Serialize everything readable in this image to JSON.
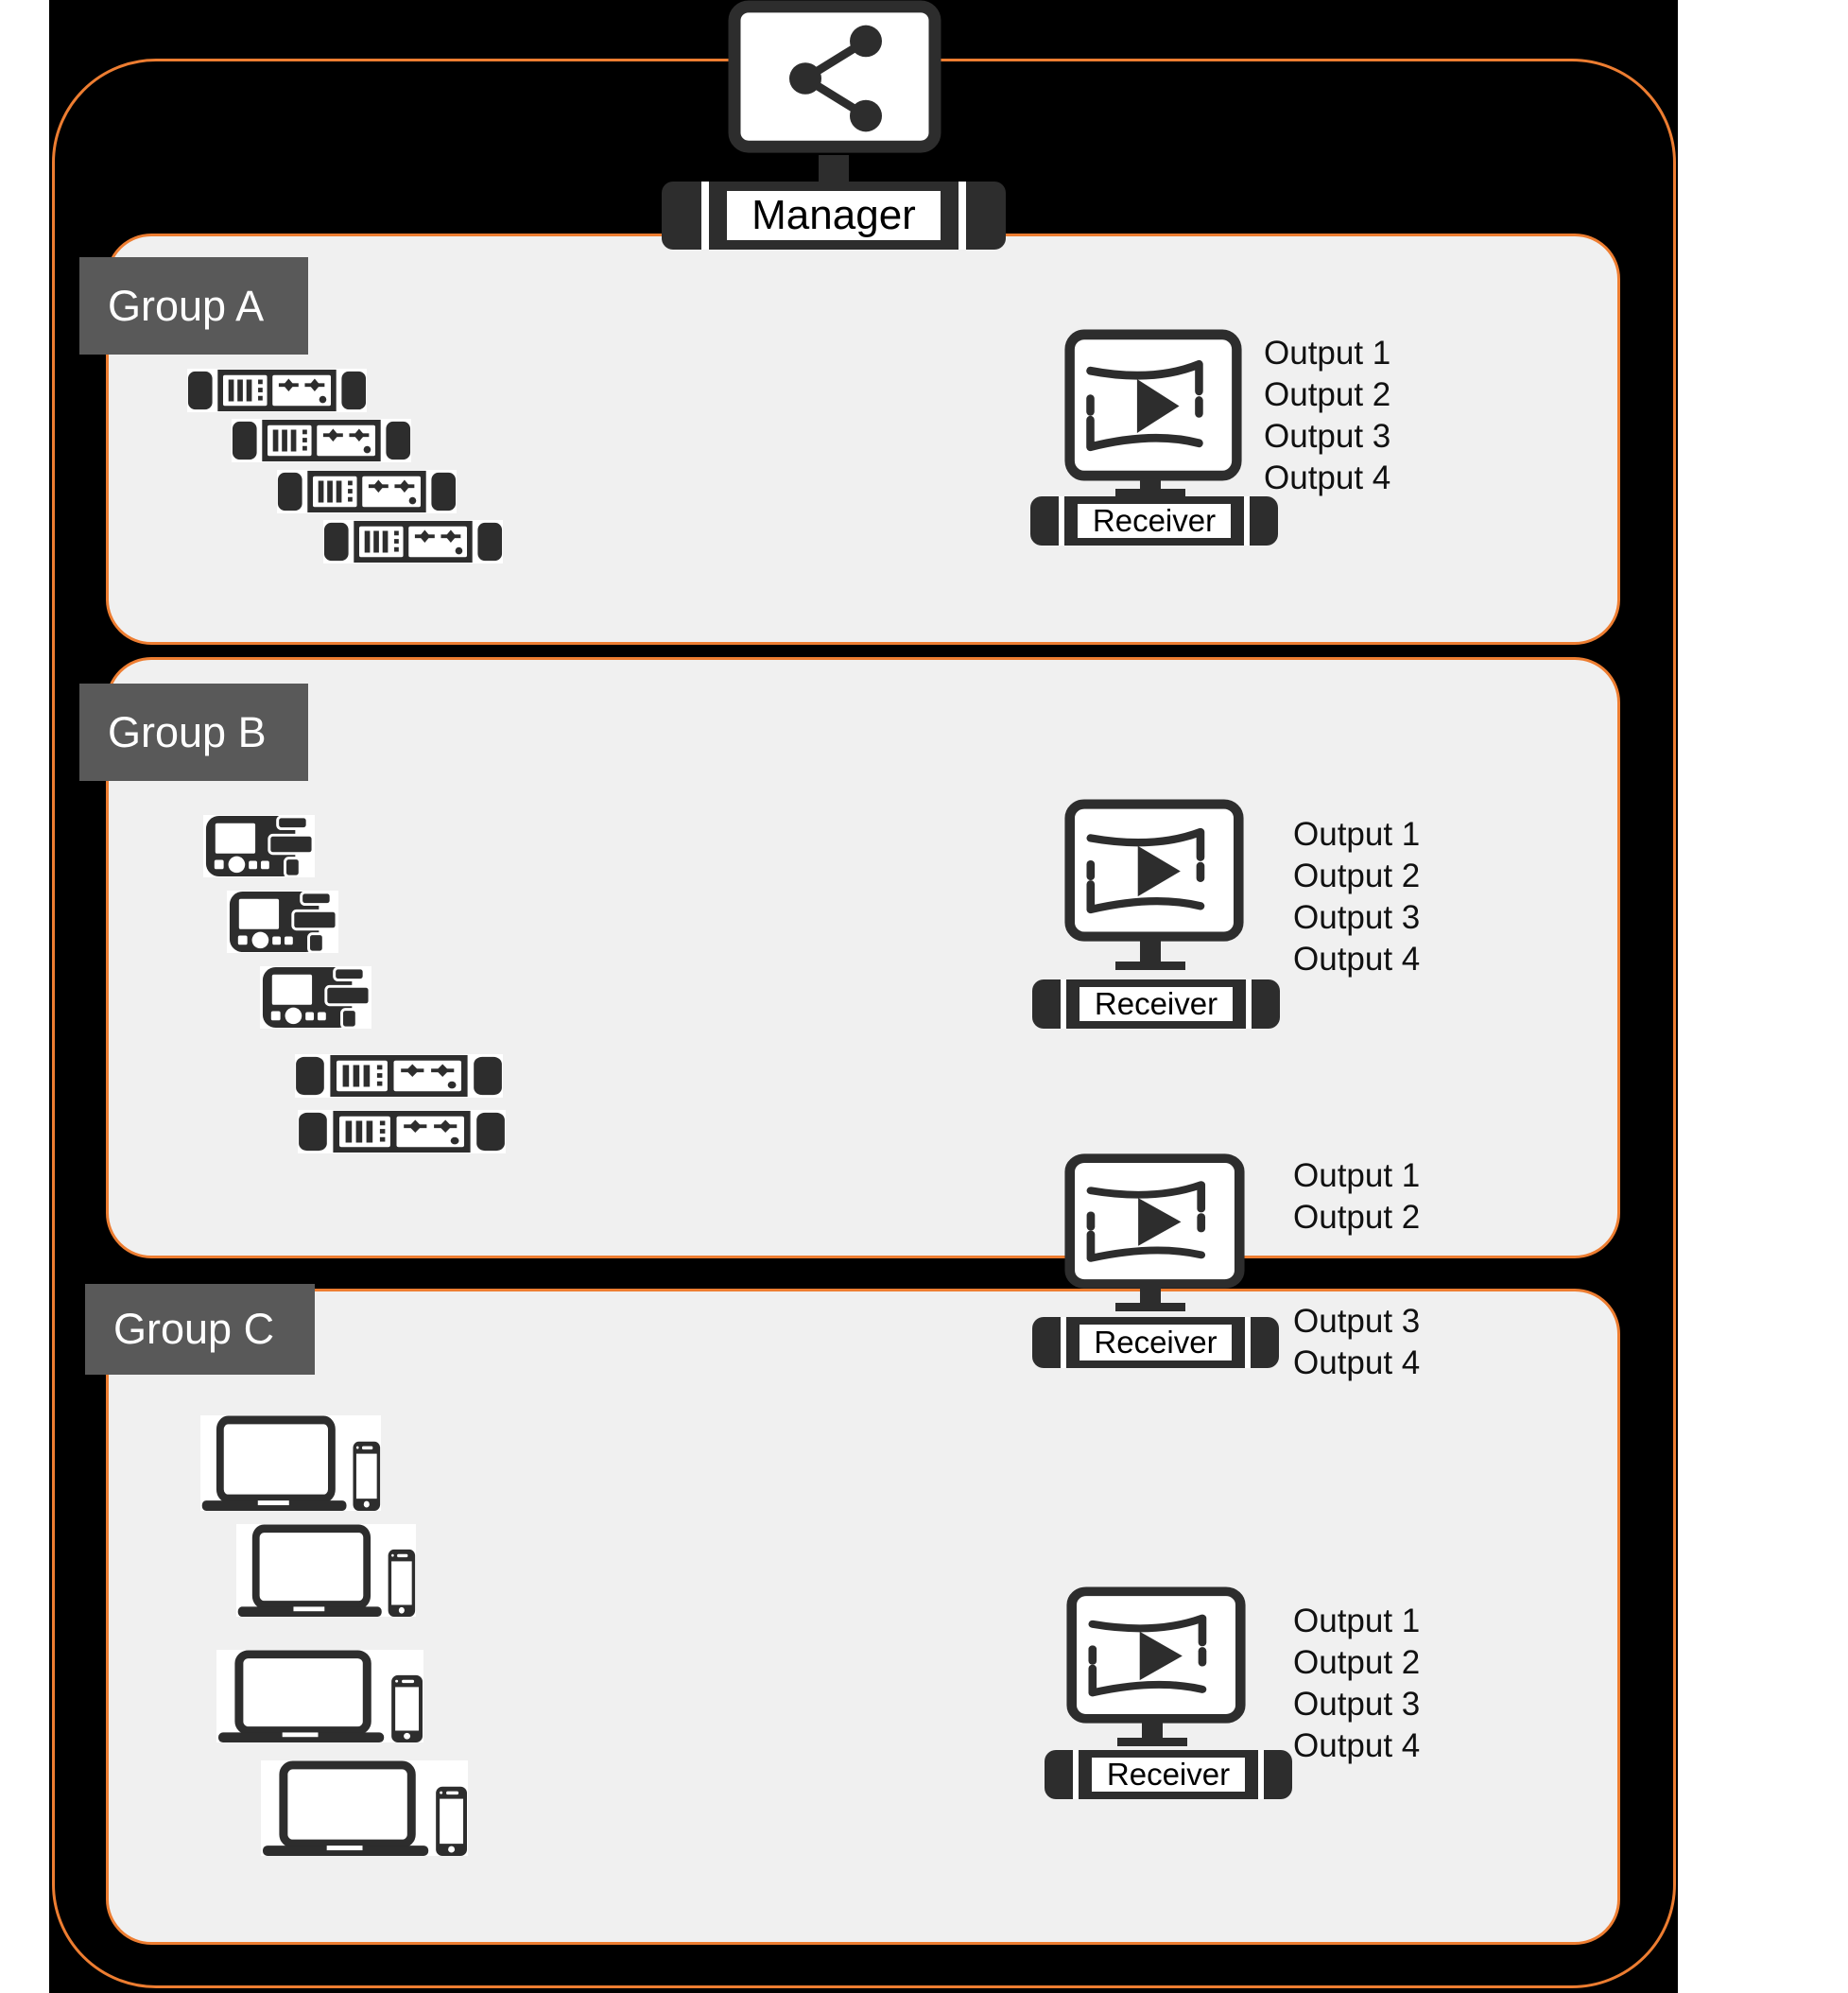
{
  "colors": {
    "accent_orange": "#ED7D31",
    "panel_background": "#F0F0F0",
    "icon_dark": "#2D2D2D",
    "group_label_background": "#595959",
    "canvas_background": "#000000"
  },
  "manager": {
    "label": "Manager"
  },
  "groups": [
    {
      "label": "Group A",
      "sources": {
        "type": "rack-encoder",
        "count": 4
      },
      "receivers": [
        {
          "label": "Receiver",
          "outputs": [
            "Output 1",
            "Output 2",
            "Output 3",
            "Output 4"
          ]
        }
      ]
    },
    {
      "label": "Group B",
      "sources": [
        {
          "type": "portable-encoder",
          "count": 3
        },
        {
          "type": "rack-encoder",
          "count": 2
        }
      ],
      "receivers": [
        {
          "label": "Receiver",
          "outputs": [
            "Output 1",
            "Output 2",
            "Output 3",
            "Output 4"
          ]
        },
        {
          "label": "Receiver",
          "outputs": [
            "Output 1",
            "Output 2",
            "Output 3",
            "Output 4"
          ]
        }
      ]
    },
    {
      "label": "Group C",
      "sources": {
        "type": "laptop-and-phone",
        "count": 4
      },
      "receivers": [
        {
          "label": "Receiver",
          "outputs": [
            "Output 1",
            "Output 2",
            "Output 3",
            "Output 4"
          ]
        }
      ]
    }
  ]
}
